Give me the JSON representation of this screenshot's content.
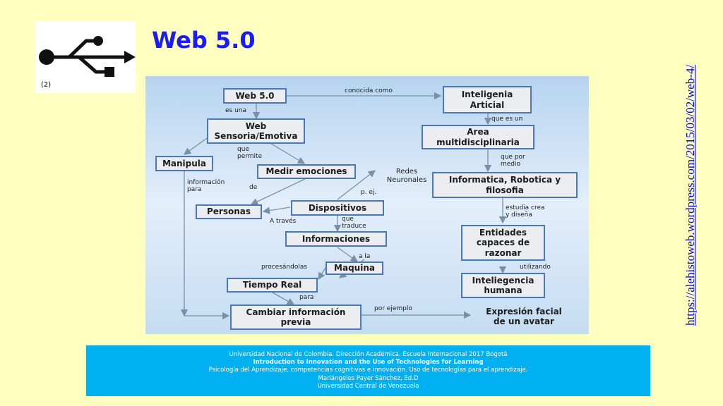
{
  "header": {
    "title": "Web 5.0",
    "logo_caption": "(2)",
    "logo_icon": "usb-icon"
  },
  "side_link": "https://alehistoweb.wordpress.com/2015/03/02/web-4/",
  "diagram": {
    "nodes": {
      "web50": "Web 5.0",
      "ia": "Inteligenia\nArticial",
      "sensoria": "Web\nSensoria/Emotiva",
      "area": "Area\nmultidisciplinaria",
      "manipula": "Manipula",
      "medir": "Medir emociones",
      "informatica": "Informatica, Robotica y\nfilosofia",
      "personas": "Personas",
      "dispositivos": "Dispositivos",
      "entidades": "Entidades\ncapaces de\nrazonar",
      "informaciones": "Informaciones",
      "maquina": "Maquina",
      "intel_humana": "Inteliegencia\nhumana",
      "tiempo_real": "Tiempo Real",
      "cambiar": "Cambiar información\nprevia",
      "expresion": "Expresión facial\nde un avatar",
      "redes": "Redes\nNeuronales"
    },
    "labels": {
      "conocida_como": "conocida como",
      "es_una": "es una",
      "que_es_un": "que es un",
      "que_permite": "que\npermite",
      "que_por_medio": "que por\nmedio",
      "informacion_para": "información\npara",
      "de": "de",
      "p_ej": "p. ej.",
      "estudia_crea": "estudia crea\ny diseña",
      "a_traves": "A través",
      "que_traduce": "que\ntraduce",
      "a_la": "a la",
      "procesandolas": "procesándolas",
      "utilizando": "utilizando",
      "para": "para",
      "por_ejemplo": "por ejemplo"
    }
  },
  "footer": {
    "line1": "Universidad Nacional de Colombia. Dirección Académica. Escuela Internacional 2017 Bogotá",
    "line2": "Introduction to Innovation and the Use of Technologies for Learning",
    "line3": "Psicología del Aprendizaje, competencias cognitivas e innovación. Uso de tecnologías para el aprendizaje.",
    "line4": "Mariángeles Payer Sánchez, Ed.D",
    "line5": "Universidad Central de Venezuela"
  },
  "colors": {
    "background": "#ffffbf",
    "title": "#1a1aff",
    "footer": "#00b0f0",
    "node_border": "#4a77b8",
    "link": "#0000ee"
  }
}
